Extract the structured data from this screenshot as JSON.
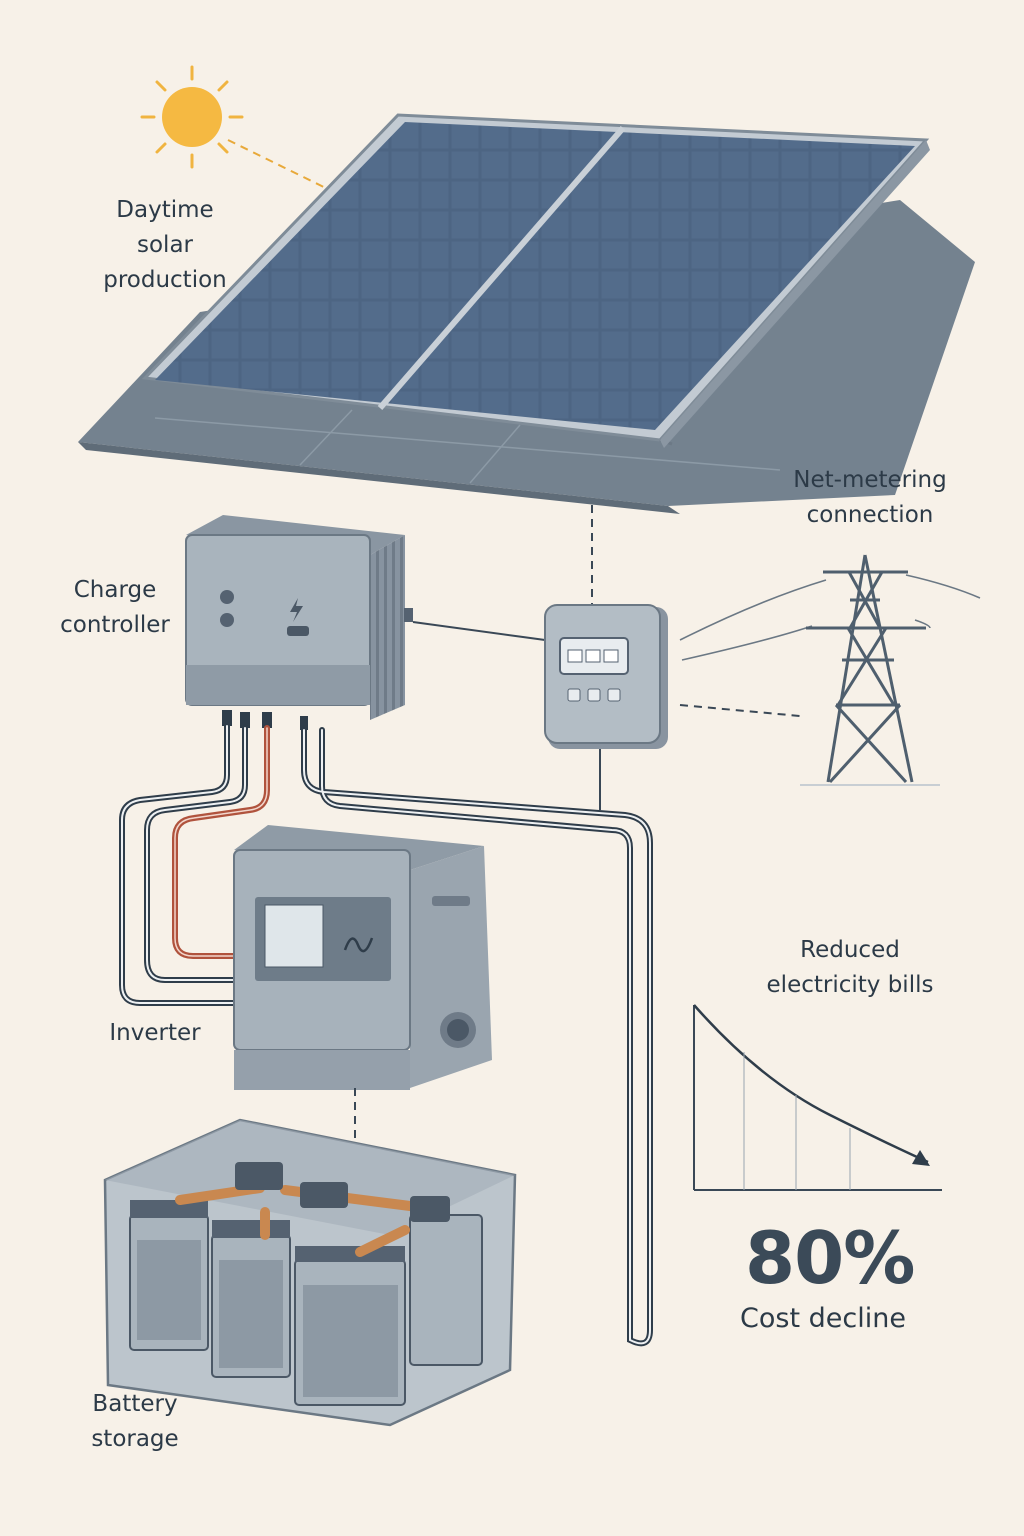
{
  "labels": {
    "solar": [
      "Daytime",
      "solar",
      "production"
    ],
    "charge": [
      "Charge",
      "controller"
    ],
    "net": [
      "Net-metering",
      "connection"
    ],
    "inverter": [
      "Inverter"
    ],
    "bills": [
      "Reduced",
      "electricity bills"
    ],
    "battery": [
      "Battery",
      "storage"
    ]
  },
  "stat": {
    "value": "80%",
    "caption": "Cost decline"
  },
  "colors": {
    "background": "#f7f1e8",
    "panel": "#4f6787",
    "roof": "#7d8c98",
    "device": "#a9b4bd",
    "cable_dark": "#2f3d4a",
    "cable_red": "#b0533d",
    "sun": "#f5b942",
    "sun_rays": "#f0b440"
  },
  "icons": [
    "sun-icon",
    "bolt-icon",
    "wave-logo-icon",
    "outlet-icon"
  ]
}
